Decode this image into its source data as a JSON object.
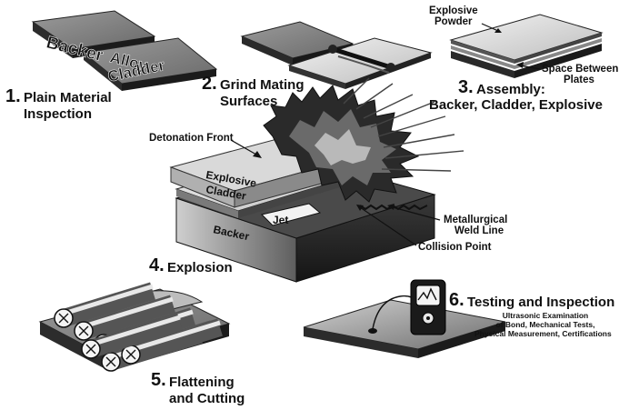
{
  "steps": [
    {
      "number": "1.",
      "title_line1": "Plain Material",
      "title_line2": "Inspection",
      "plate_backer": "Backer",
      "plate_alloy": "Alloy",
      "plate_cladder": "Cladder"
    },
    {
      "number": "2.",
      "title_line1": "Grind Mating",
      "title_line2": "Surfaces"
    },
    {
      "number": "3.",
      "title_line1": "Assembly:",
      "title_line2": "Backer, Cladder, Explosive",
      "callout_powder_line1": "Explosive",
      "callout_powder_line2": "Powder",
      "callout_space_line1": "Space Between",
      "callout_space_line2": "Plates"
    },
    {
      "number": "4.",
      "title": "Explosion",
      "detonation_front": "Detonation Front",
      "layer_explosive": "Explosive",
      "layer_cladder": "Cladder",
      "layer_backer": "Backer",
      "jet": "Jet",
      "weld_line_line1": "Metallurgical",
      "weld_line_line2": "Weld Line",
      "collision_point": "Collision Point"
    },
    {
      "number": "5.",
      "title_line1": "Flattening",
      "title_line2": "and Cutting"
    },
    {
      "number": "6.",
      "title": "Testing and Inspection",
      "detail_line1": "Ultrasonic Examination",
      "detail_line2": "of Bond, Mechanical Tests,",
      "detail_line3": "Physical Measurement, Certifications"
    }
  ]
}
